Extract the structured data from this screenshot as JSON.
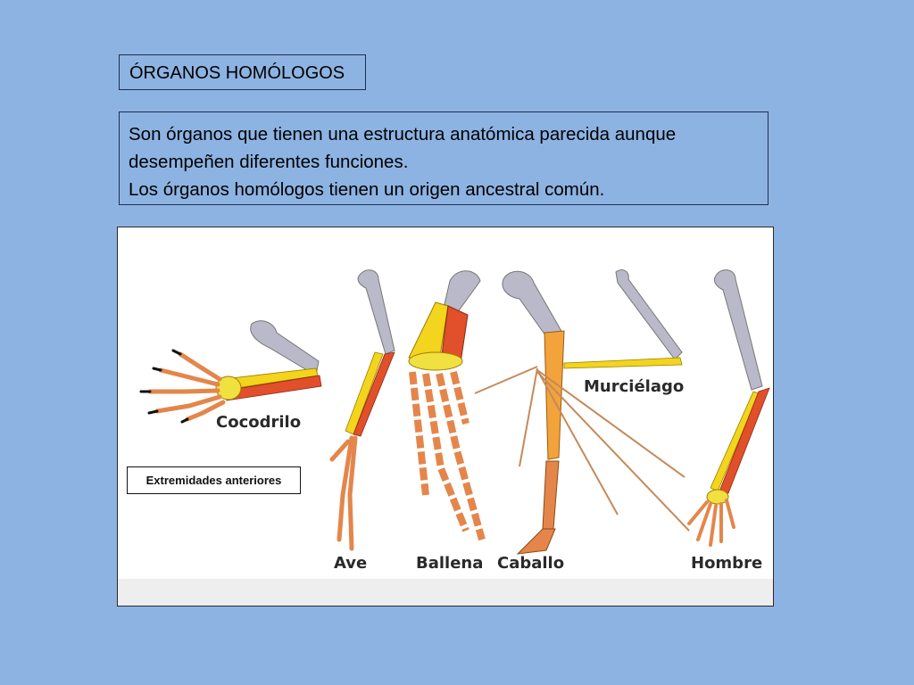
{
  "slide": {
    "title": "ÓRGANOS HOMÓLOGOS",
    "definition_lines": [
      "Son órganos que tienen una estructura anatómica parecida aunque",
      "desempeñen diferentes funciones.",
      "Los órganos homólogos tienen un origen ancestral común."
    ]
  },
  "figure": {
    "caption": "Extremidades anteriores",
    "labels": {
      "cocodrilo": "Cocodrilo",
      "ave": "Ave",
      "ballena": "Ballena",
      "caballo": "Caballo",
      "murcielago": "Murciélago",
      "hombre": "Hombre"
    },
    "bone_colors": {
      "humerus": "#b9b9c9",
      "radius": "#f2d51c",
      "ulna": "#e1502a",
      "carpals": "#f0e040",
      "digits": "#e4864b"
    }
  }
}
